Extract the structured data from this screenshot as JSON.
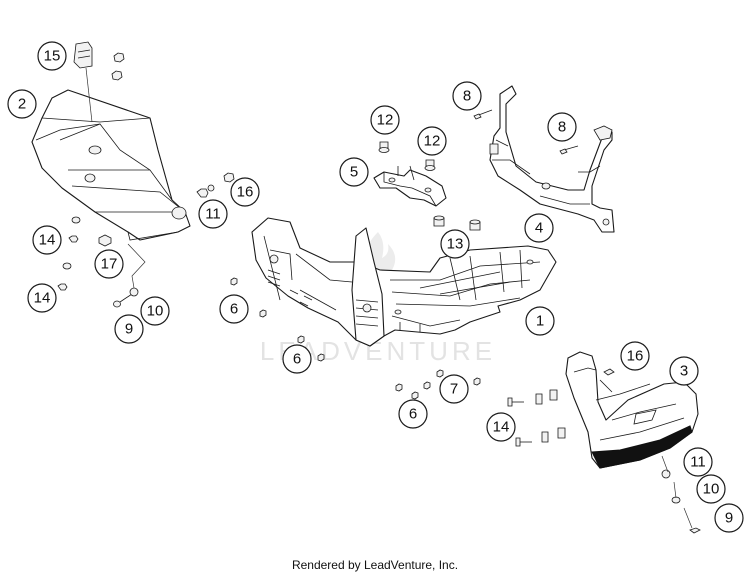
{
  "diagram": {
    "watermark": "LEADVENTURE",
    "credit": "Rendered by LeadVenture, Inc.",
    "callouts": {
      "c15": "15",
      "c2": "2",
      "c14a": "14",
      "c17": "17",
      "c14b": "14",
      "c9a": "9",
      "c10a": "10",
      "c11a": "11",
      "c16a": "16",
      "c12a": "12",
      "c12b": "12",
      "c5": "5",
      "c13": "13",
      "c8a": "8",
      "c8b": "8",
      "c4": "4",
      "c1": "1",
      "c6a": "6",
      "c6b": "6",
      "c6c": "6",
      "c7": "7",
      "c14c": "14",
      "c16b": "16",
      "c3": "3",
      "c11b": "11",
      "c10b": "10",
      "c9b": "9"
    }
  }
}
